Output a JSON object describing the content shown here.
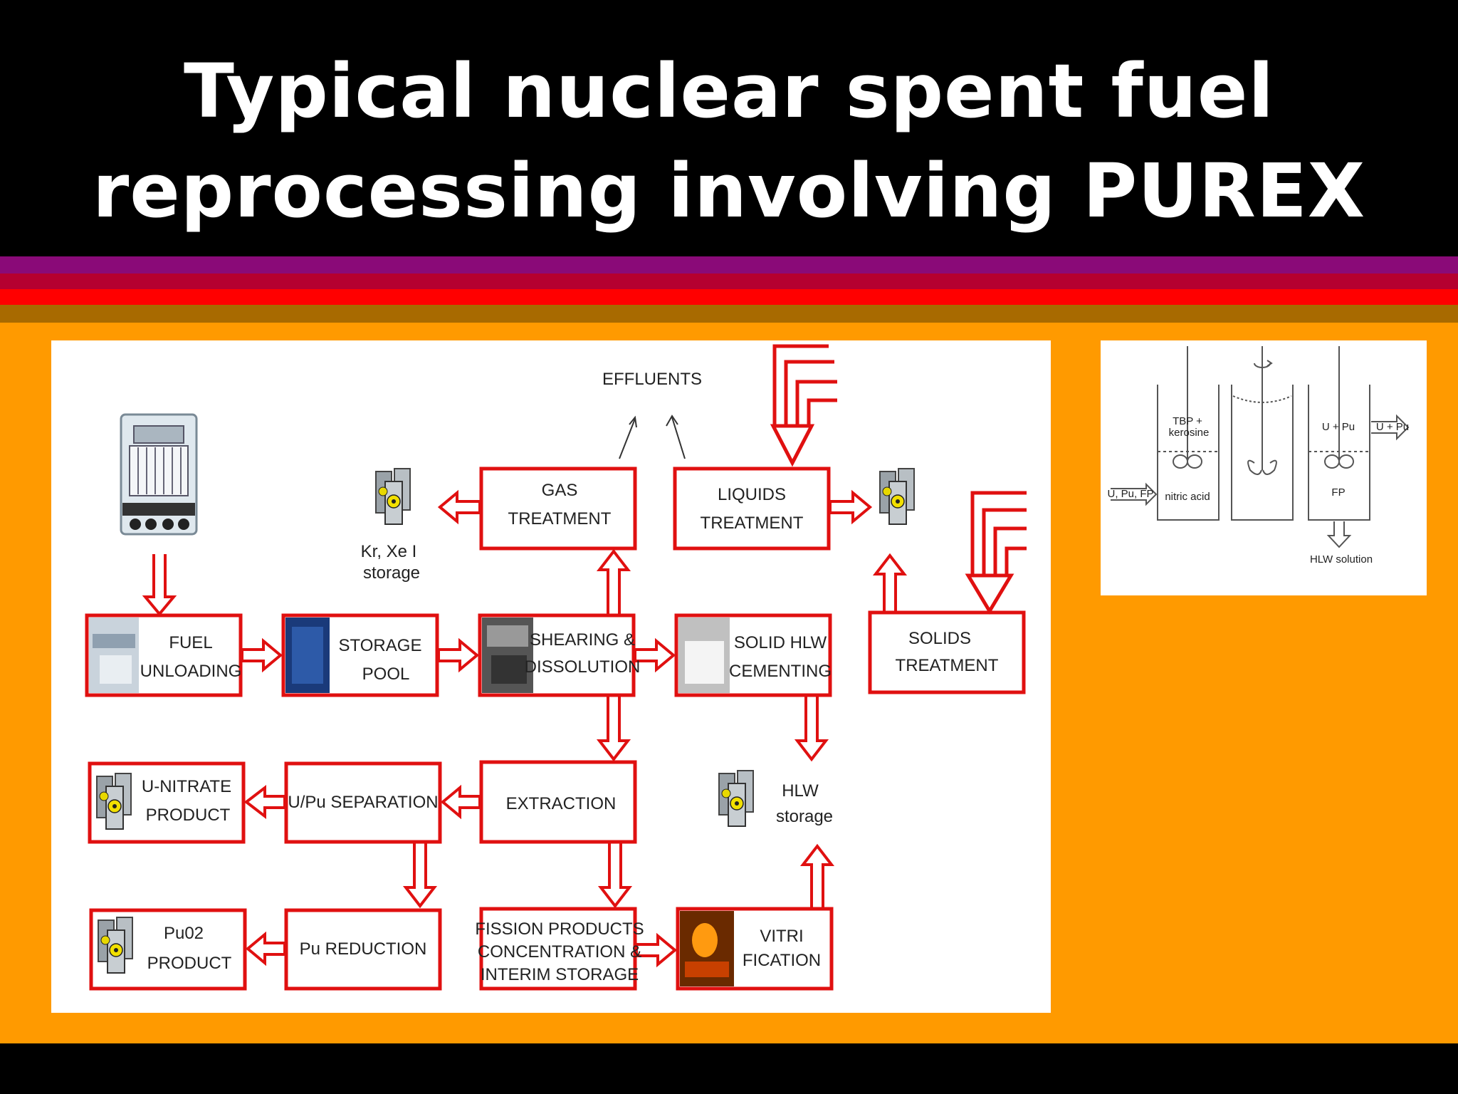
{
  "slide": {
    "title_line1": "Typical nuclear spent fuel",
    "title_line2": "reprocessing involving PUREX",
    "colors": {
      "background": "#000000",
      "content": "#ff9a00",
      "stripe_purple": "#8a0a78",
      "stripe_crimson": "#b50030",
      "stripe_red": "#ff0000",
      "stripe_brown": "#a86a00",
      "box_border": "#e01010"
    }
  },
  "flowchart": {
    "effluents": "EFFLUENTS",
    "gas_treatment": [
      "GAS",
      "TREATMENT"
    ],
    "liquids_treatment": [
      "LIQUIDS",
      "TREATMENT"
    ],
    "kr_xe_storage": [
      "Kr, Xe    I",
      "storage"
    ],
    "fuel_unloading": [
      "FUEL",
      "UNLOADING"
    ],
    "storage_pool": [
      "STORAGE",
      "POOL"
    ],
    "shearing_dissolution": [
      "SHEARING &",
      "DISSOLUTION"
    ],
    "solid_hlw_cementing": [
      "SOLID HLW",
      "CEMENTING"
    ],
    "solids_treatment": [
      "SOLIDS",
      "TREATMENT"
    ],
    "u_nitrate_product": [
      "U-NITRATE",
      "PRODUCT"
    ],
    "u_pu_separation": "U/Pu SEPARATION",
    "extraction": "EXTRACTION",
    "hlw_storage": [
      "HLW",
      "storage"
    ],
    "puo2_product": [
      "Pu02",
      "PRODUCT"
    ],
    "pu_reduction": "Pu REDUCTION",
    "fission_products": [
      "FISSION PRODUCTS",
      "CONCENTRATION &",
      "INTERIM STORAGE"
    ],
    "vitrification": [
      "VITRI",
      "FICATION"
    ]
  },
  "inset": {
    "tbp_kerosine": [
      "TBP +",
      "kerosine"
    ],
    "nitric_acid": "nitric acid",
    "feed_in": "U, Pu, FP",
    "u_pu_tank": "U + Pu",
    "u_pu_out": "U + Pu",
    "fp": "FP",
    "hlw_solution": "HLW solution"
  }
}
